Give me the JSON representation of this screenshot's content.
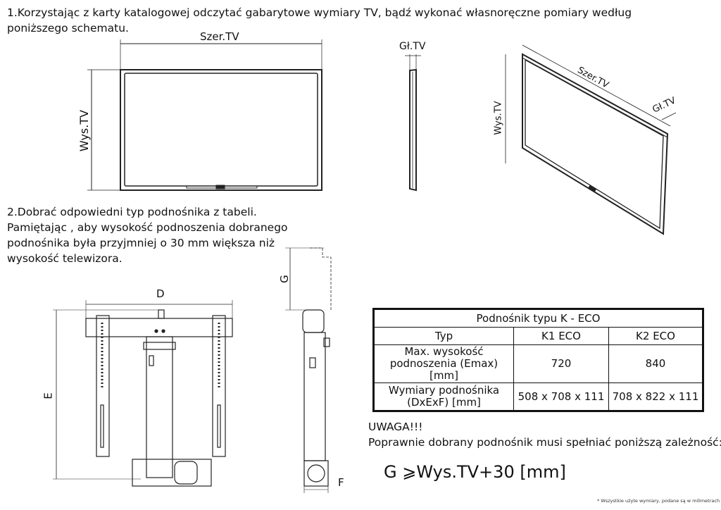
{
  "step1": {
    "line1": "1.Korzystając z karty katalogowej odczytać gabarytowe wymiary TV, bądź wykonać własnoręczne pomiary według",
    "line2": "poniższego schematu."
  },
  "tv_labels": {
    "width": "Szer.TV",
    "height": "Wys.TV",
    "depth": "Gł.TV"
  },
  "step2": {
    "line1": "2.Dobrać odpowiedni typ podnośnika z tabeli.",
    "line2": "Pamiętając , aby wysokość podnoszenia dobranego",
    "line3": "podnośnika była przyjmniej o 30 mm większa niż",
    "line4": "wysokość  telewizora."
  },
  "lift_labels": {
    "d": "D",
    "e": "E",
    "g": "G",
    "f": "F"
  },
  "table": {
    "title": "Podnośnik typu K - ECO",
    "header": [
      "Typ",
      "K1 ECO",
      "K2 ECO"
    ],
    "rows": [
      {
        "label_lines": [
          "Max. wysokość",
          "podnoszenia (Emax)",
          "[mm]"
        ],
        "values": [
          "720",
          "840"
        ]
      },
      {
        "label_lines": [
          "Wymiary podnośnika",
          "(DxExF) [mm]"
        ],
        "values": [
          "508 x 708 x 111",
          "708 x 822 x 111"
        ]
      }
    ]
  },
  "warning": {
    "title": "UWAGA!!!",
    "text": "Poprawnie dobrany podnośnik musi spełniać poniższą zależność:",
    "formula": "G ⩾Wys.TV+30 [mm]"
  },
  "footnote": "* Wszystkie użyte wymiary, podane są w milimetrach"
}
